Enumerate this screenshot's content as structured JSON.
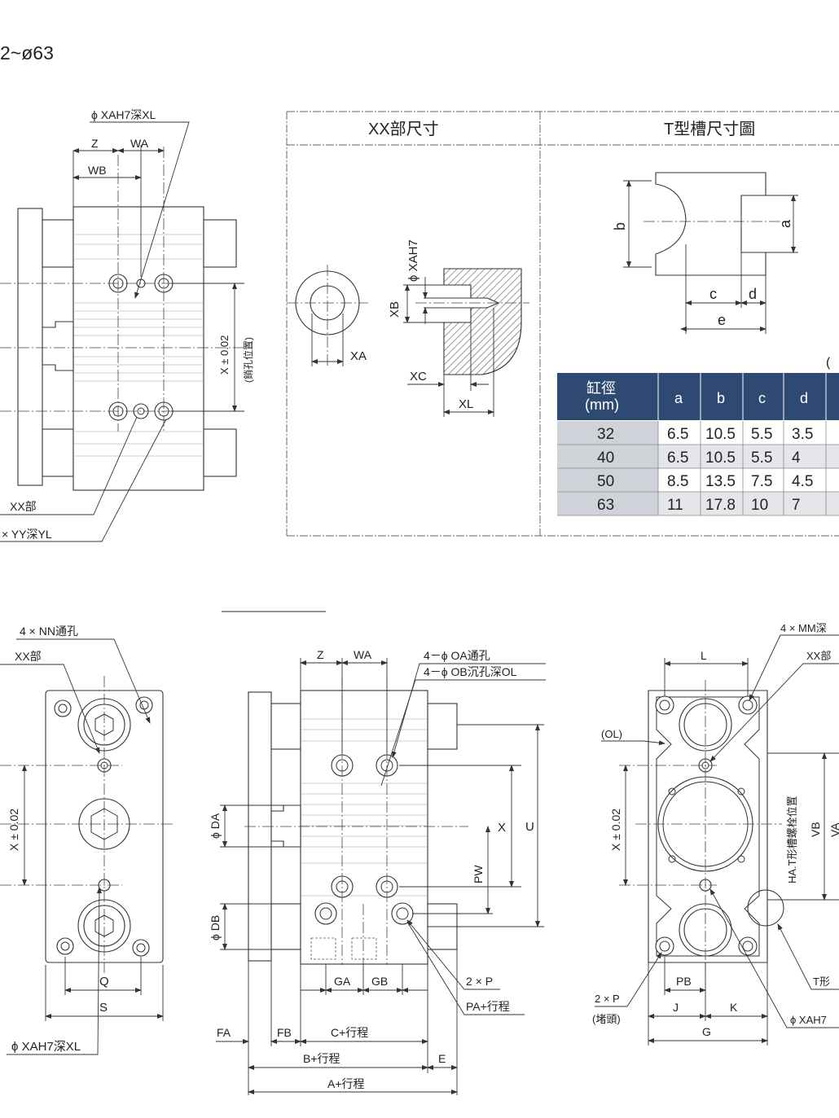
{
  "page_title": "2~ø63",
  "top_left_view": {
    "labels": {
      "xah7_xl": "ϕ XAH7深XL",
      "z": "Z",
      "wa": "WA",
      "wb": "WB",
      "x_tol": "X ± 0.02",
      "pin_pos": "(銷孔位置)",
      "xx_part": "XX部",
      "yy_yl": "× YY深YL"
    }
  },
  "xx_detail": {
    "header": "XX部尺寸",
    "labels": {
      "xah7": "ϕ XAH7",
      "xb": "XB",
      "xa": "XA",
      "xc": "XC",
      "xl": "XL"
    }
  },
  "tslot": {
    "header": "T型槽尺寸圖",
    "labels": {
      "a": "a",
      "b": "b",
      "c": "c",
      "d": "d",
      "e": "e"
    },
    "table": {
      "bore_header_line1": "缸徑",
      "bore_header_line2": "(mm)",
      "columns": [
        "a",
        "b",
        "c",
        "d"
      ],
      "rows": [
        {
          "bore": "32",
          "a": "6.5",
          "b": "10.5",
          "c": "5.5",
          "d": "3.5"
        },
        {
          "bore": "40",
          "a": "6.5",
          "b": "10.5",
          "c": "5.5",
          "d": "4"
        },
        {
          "bore": "50",
          "a": "8.5",
          "b": "13.5",
          "c": "7.5",
          "d": "4.5"
        },
        {
          "bore": "63",
          "a": "11",
          "b": "17.8",
          "c": "10",
          "d": "7"
        }
      ],
      "colors": {
        "header_bg": "#2f4a72",
        "row_bg_light": "#e4e6ea",
        "row_bg_dark": "#cfd3d9"
      }
    }
  },
  "bottom_left_view": {
    "labels": {
      "nn": "4 × NN通孔",
      "xx_part": "XX部",
      "x_tol": "X ± 0.02",
      "q": "Q",
      "s": "S",
      "xah7_xl": "ϕ XAH7深XL"
    }
  },
  "bottom_middle_view": {
    "labels": {
      "z": "Z",
      "wa": "WA",
      "oa": "4－ϕ OA通孔",
      "ob": "4－ϕ OB沉孔深OL",
      "da": "ϕ DA",
      "db": "ϕ DB",
      "x": "X",
      "u": "U",
      "pw": "PW",
      "ga": "GA",
      "gb": "GB",
      "two_p": "2 × P",
      "pa": "PA+行程",
      "fa": "FA",
      "fb": "FB",
      "c": "C+行程",
      "b": "B+行程",
      "e": "E",
      "a": "A+行程"
    }
  },
  "bottom_right_view": {
    "labels": {
      "mm": "4 × MM深",
      "xx_part": "XX部",
      "l": "L",
      "ol": "(OL)",
      "x_tol": "X ± 0.02",
      "ha": "HA.T形槽螺栓位置",
      "vb": "VB",
      "va": "VA",
      "t_slot": "T形",
      "pb": "PB",
      "two_p": "2 × P",
      "plug": "(堵頭)",
      "j": "J",
      "k": "K",
      "g": "G",
      "xah7": "ϕ XAH7"
    }
  }
}
